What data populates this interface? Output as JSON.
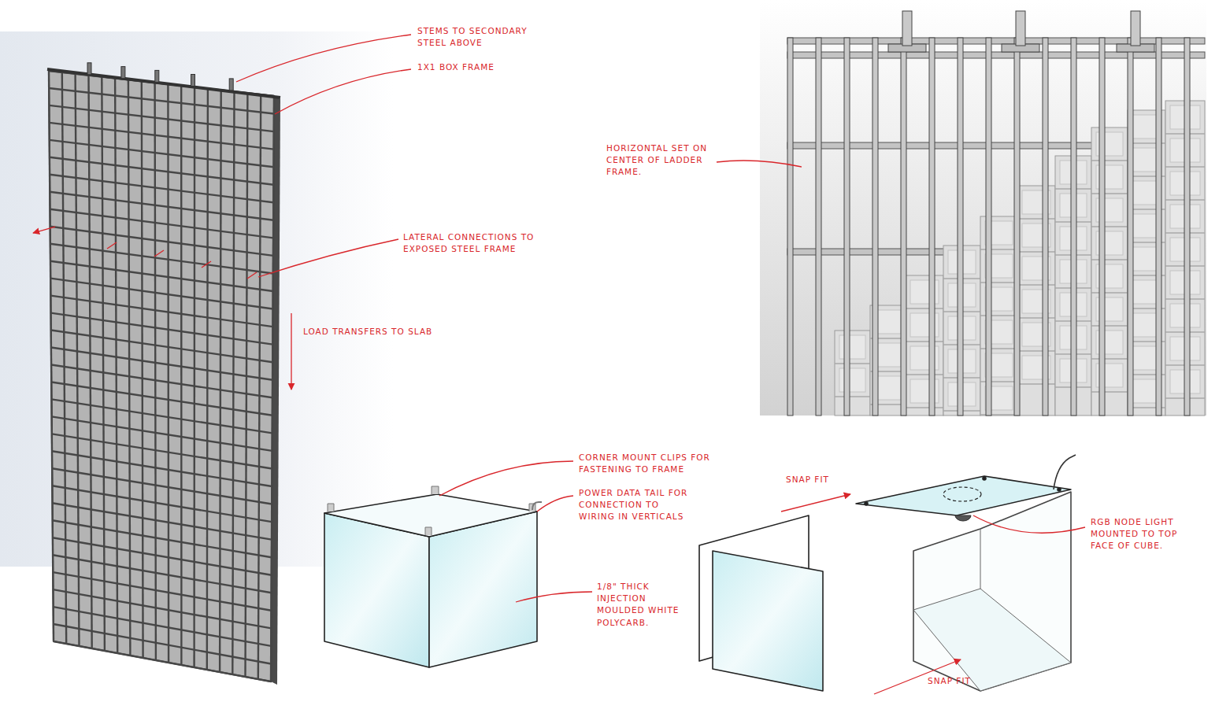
{
  "diagram": {
    "labels": [
      "STEMS TO SECONDARY STEEL ABOVE",
      "1X1 BOX FRAME",
      "LATERAL CONNECTIONS TO EXPOSED STEEL FRAME",
      "LOAD TRANSFERS TO SLAB",
      "HORIZONTAL SET ON CENTER OF LADDER FRAME.",
      "CORNER MOUNT CLIPS FOR FASTENING TO FRAME",
      "POWER DATA TAIL FOR CONNECTION TO WIRING IN VERTICALS",
      "1/8\" THICK INJECTION MOULDED WHITE POLYCARB.",
      "SNAP FIT",
      "SNAP FIT",
      "RGB NODE LIGHT MOUNTED TO TOP FACE OF CUBE."
    ]
  }
}
